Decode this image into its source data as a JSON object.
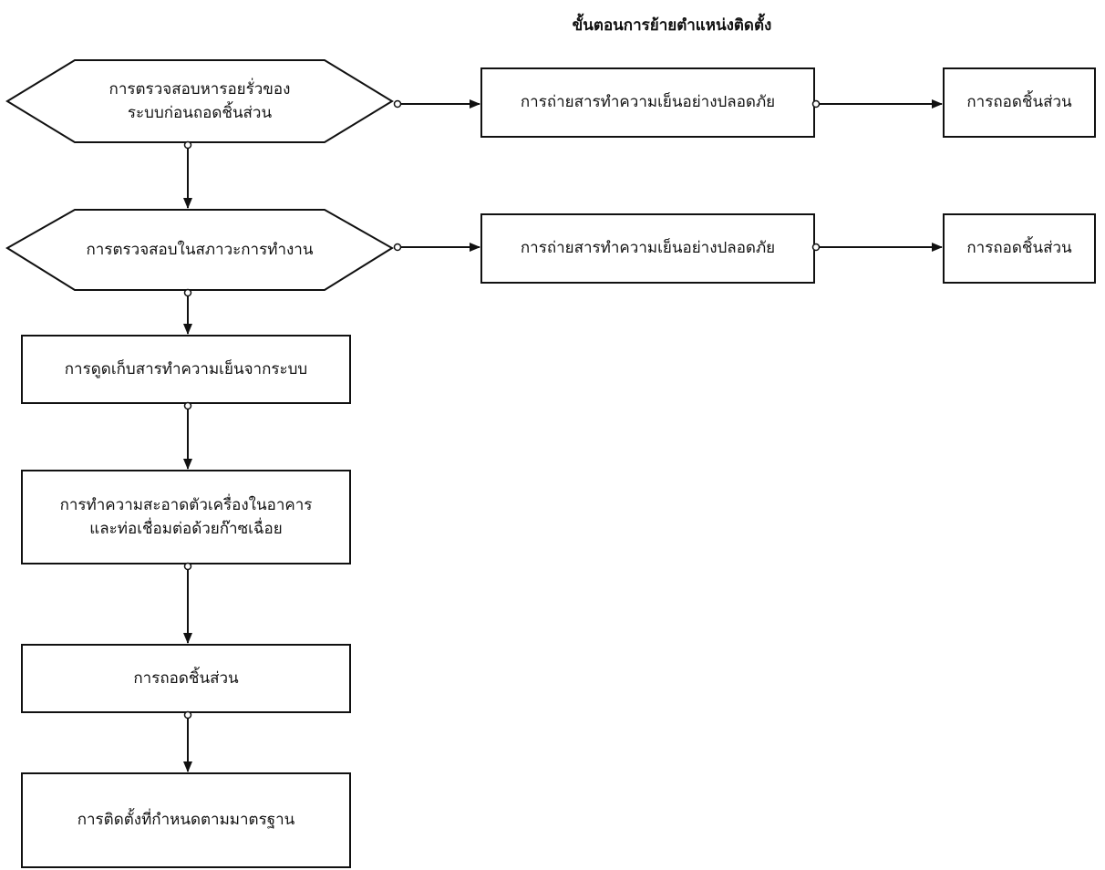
{
  "title": "ขั้นตอนการย้ายตำแหน่งติดตั้ง",
  "nodes": {
    "check_leak": {
      "line1": "การตรวจสอบหารอยรั่วของ",
      "line2": "ระบบก่อนถอดชิ้นส่วน"
    },
    "check_operation": "การตรวจสอบในสภาวะการทำงาน",
    "safe_discharge_1": "การถ่ายสารทำความเย็นอย่างปลอดภัย",
    "remove_parts_1": "การถอดชิ้นส่วน",
    "safe_discharge_2": "การถ่ายสารทำความเย็นอย่างปลอดภัย",
    "remove_parts_2": "การถอดชิ้นส่วน",
    "recover_refrigerant": "การดูดเก็บสารทำความเย็นจากระบบ",
    "clean_unit": {
      "line1": "การทำความสะอาดตัวเครื่องในอาคาร",
      "line2": "และท่อเชื่อมต่อด้วยก๊าซเฉื่อย"
    },
    "remove_parts_3": "การถอดชิ้นส่วน",
    "install_standard": "การติดตั้งที่กำหนดตามมาตรฐาน"
  }
}
